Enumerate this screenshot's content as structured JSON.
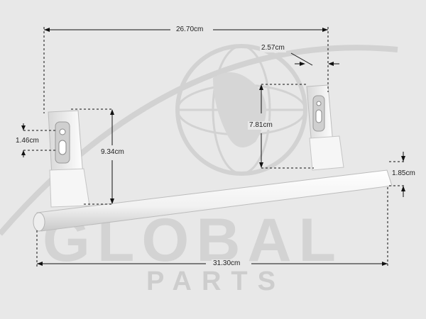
{
  "watermark": {
    "brand": "GLOBAL",
    "sub": "PARTS"
  },
  "dimensions": {
    "overall_mount_width": "26.70cm",
    "bracket_depth": "2.57cm",
    "slot_height": "1.46cm",
    "left_bracket_height": "9.34cm",
    "right_bracket_height": "7.81cm",
    "bar_diameter": "1.85cm",
    "bar_length": "31.30cm"
  },
  "colors": {
    "background": "#e8e8e8",
    "watermark": "#d3d3d3",
    "handle": "#f7f7f7",
    "dimension_line": "#111111"
  }
}
